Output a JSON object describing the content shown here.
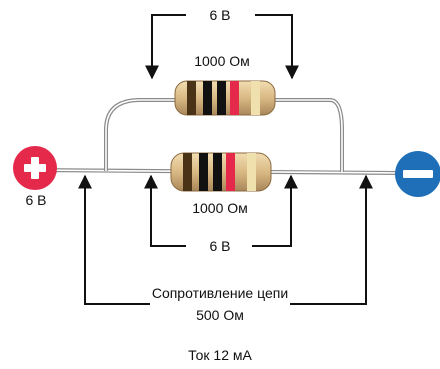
{
  "labels": {
    "top_voltage": "6 В",
    "top_resistance": "1000 Ом",
    "bottom_resistance": "1000 Ом",
    "bottom_voltage": "6 В",
    "source_voltage": "6 В",
    "circuit_resistance_label": "Сопротивление цепи",
    "circuit_resistance_value": "500 Ом",
    "current": "Ток 12 мА"
  },
  "terminals": {
    "positive": {
      "symbol": "+",
      "color": "#e5294b"
    },
    "negative": {
      "symbol": "−",
      "color": "#1f6fb8"
    }
  },
  "resistors": [
    {
      "name": "top",
      "resistance": "1000 Ом",
      "bands": [
        "#4a3216",
        "#111111",
        "#111111",
        "#e5294b",
        "#efe0ae"
      ]
    },
    {
      "name": "bottom",
      "resistance": "1000 Ом",
      "bands": [
        "#4a3216",
        "#111111",
        "#111111",
        "#e5294b",
        "#efe0ae"
      ]
    }
  ],
  "colors": {
    "wire": "#8a8a8a",
    "arrow": "#111111",
    "resistor_body": "#d9b983"
  }
}
